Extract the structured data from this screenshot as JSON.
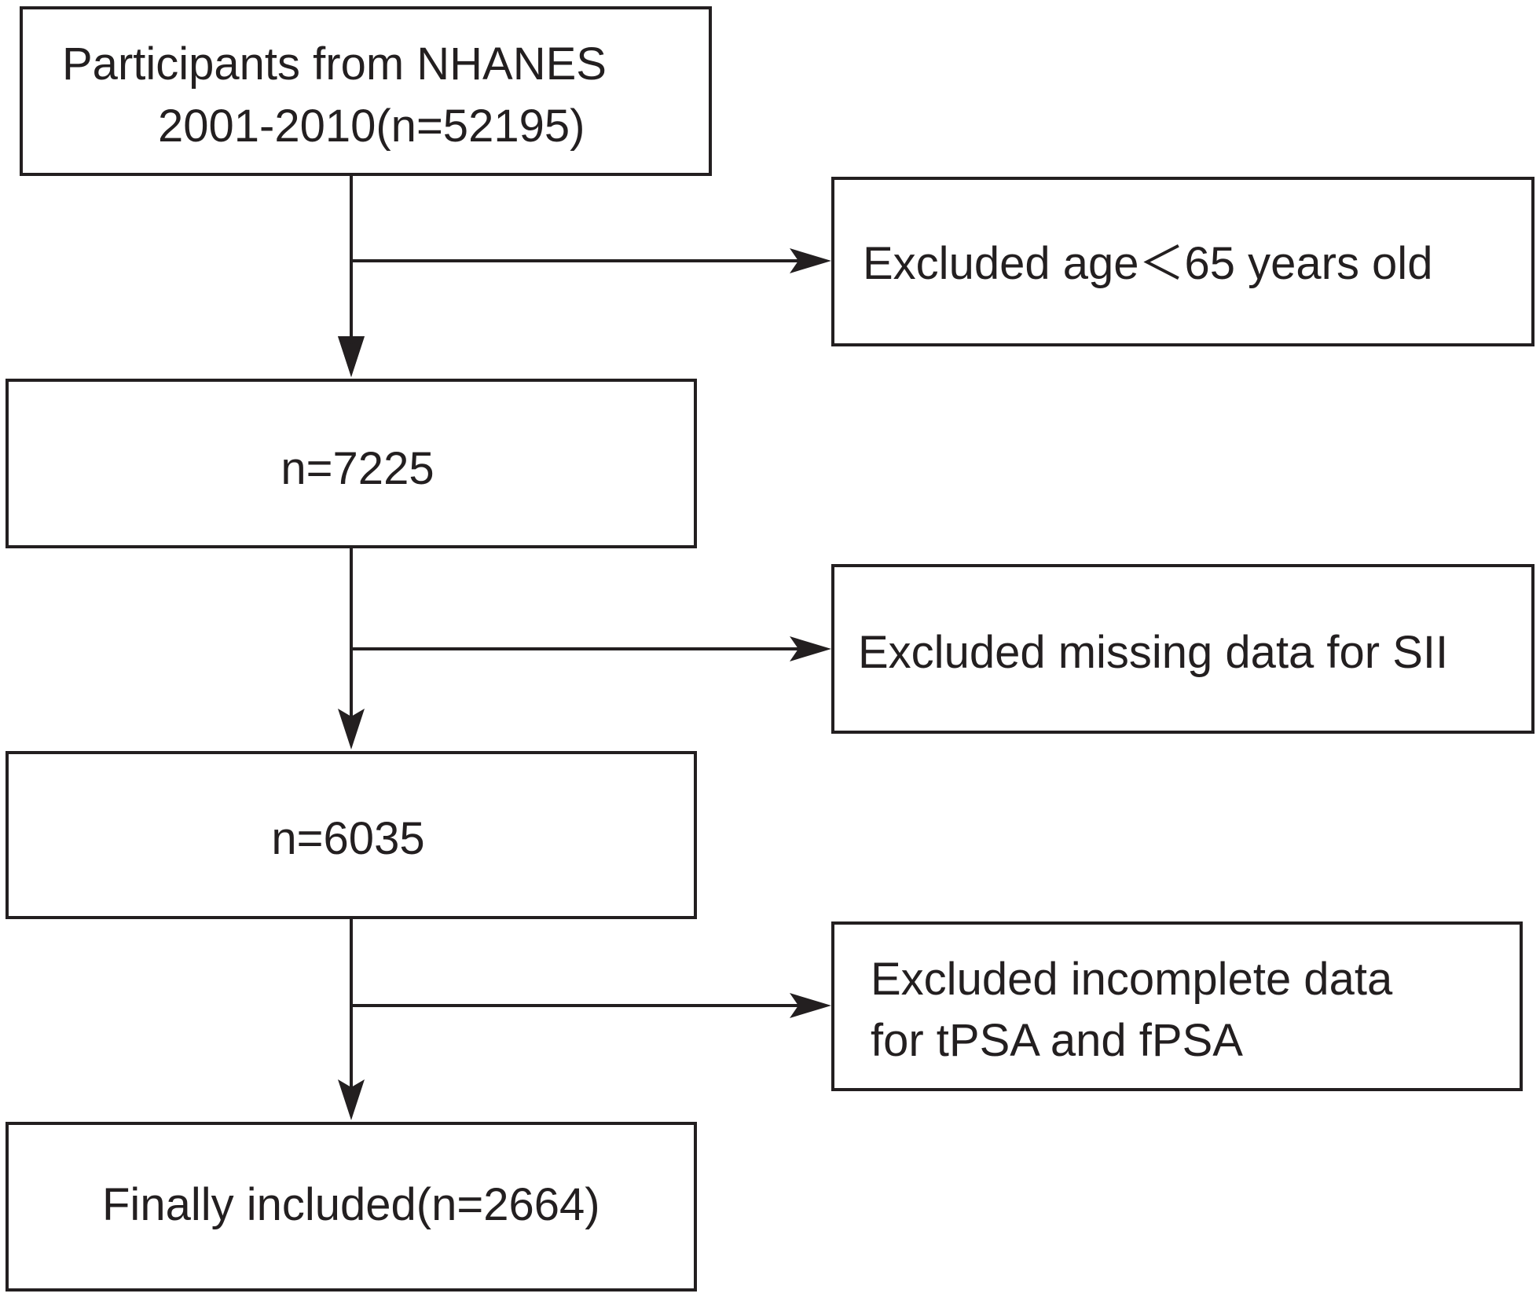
{
  "main_flow": {
    "start_box": {
      "line1": "Participants from NHANES",
      "line2": "2001-2010(n=52195)"
    },
    "step1_box": {
      "text": "n=7225"
    },
    "step2_box": {
      "text": "n=6035"
    },
    "final_box": {
      "text": "Finally included(n=2664)"
    }
  },
  "exclusions": {
    "exclusion1": {
      "text": "Excluded age＜65 years old"
    },
    "exclusion2": {
      "text": "Excluded missing data for SII"
    },
    "exclusion3": {
      "line1": "Excluded incomplete data",
      "line2": "for tPSA and fPSA"
    }
  },
  "colors": {
    "stroke": "#231f20",
    "background": "#ffffff"
  }
}
